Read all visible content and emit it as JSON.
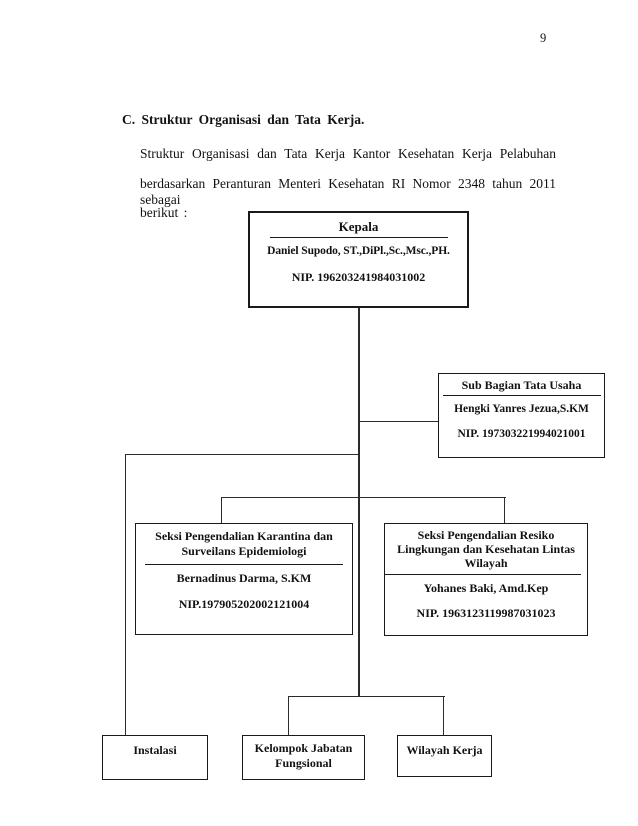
{
  "page": {
    "number": "9",
    "heading": "C. Struktur Organisasi dan Tata Kerja.",
    "paragraph": [
      "Struktur Organisasi dan Tata Kerja Kantor Kesehatan Kerja Pelabuhan",
      "berdasarkan Peranturan Menteri Kesehatan RI Nomor 2348 tahun 2011 sebagai",
      "berikut :"
    ]
  },
  "org_chart": {
    "kepala": {
      "title": "Kepala",
      "name": "Daniel Supodo, ST.,DiPl.,Sc.,Msc.,PH.",
      "nip": "NIP. 196203241984031002"
    },
    "tata_usaha": {
      "title": "Sub Bagian Tata Usaha",
      "name": "Hengki Yanres Jezua,S.KM",
      "nip": "NIP. 197303221994021001"
    },
    "karantina": {
      "title_lines": [
        "Seksi Pengendalian Karantina dan",
        "Surveilans Epidemiologi"
      ],
      "name": "Bernadinus Darma, S.KM",
      "nip": "NIP.197905202002121004"
    },
    "resiko": {
      "title_lines": [
        "Seksi Pengendalian Resiko",
        "Lingkungan dan Kesehatan Lintas",
        "Wilayah"
      ],
      "name": "Yohanes Baki, Amd.Kep",
      "nip": "NIP. 1963123119987031023"
    },
    "instalasi": {
      "title": "Instalasi"
    },
    "kelompok_jabatan": {
      "title_lines": [
        "Kelompok Jabatan",
        "Fungsional"
      ]
    },
    "wilayah_kerja": {
      "title": "Wilayah Kerja"
    }
  },
  "colors": {
    "background": "#ffffff",
    "text": "#121212",
    "line": "#2b2b2b",
    "box_border": "#1a1a1a"
  }
}
